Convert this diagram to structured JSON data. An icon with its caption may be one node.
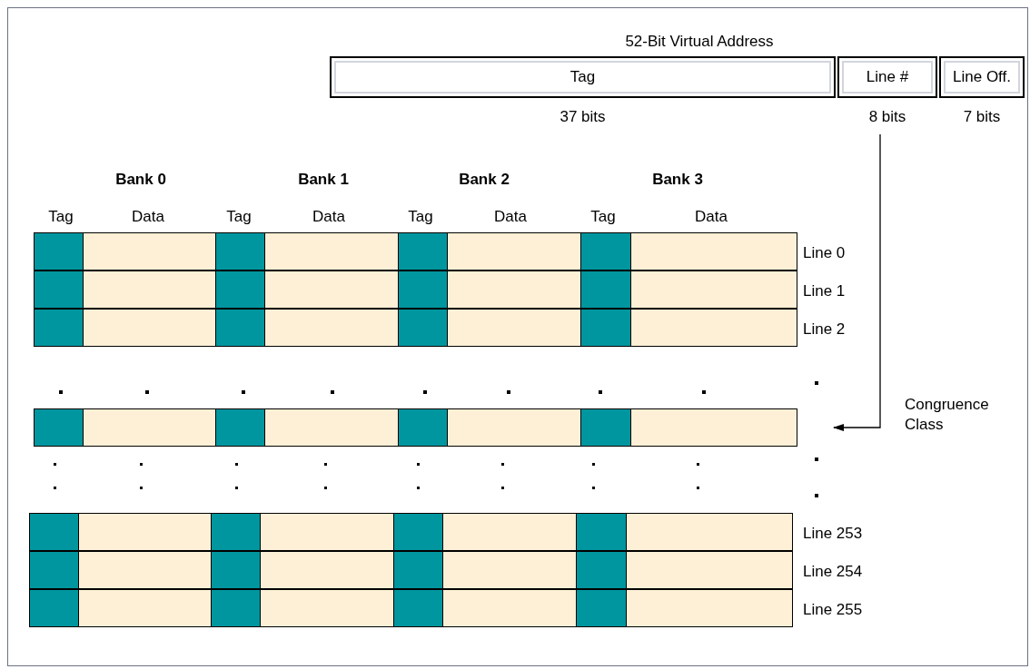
{
  "diagram": {
    "title": "52-Bit Virtual Address",
    "nodes": [
      {
        "text": [
          "Tag"
        ],
        "beside": [
          "37 bits"
        ]
      },
      {
        "text": [
          "Line #"
        ],
        "beside": [
          "8 bits"
        ]
      },
      {
        "text": [
          "Line Off."
        ],
        "beside": [
          "7 bits"
        ]
      },
      {
        "text": [],
        "shape": "bar",
        "beside": [
          "Line 0"
        ]
      },
      {
        "text": [],
        "shape": "bar",
        "beside": [
          "Line 1"
        ]
      },
      {
        "text": [],
        "shape": "bar",
        "beside": [
          "Line 2"
        ]
      },
      {
        "text": [],
        "shape": "bar"
      },
      {
        "text": [],
        "shape": "bar",
        "beside": [
          "Line 253"
        ]
      },
      {
        "text": [],
        "shape": "bar",
        "beside": [
          "Line 254"
        ]
      },
      {
        "text": [],
        "shape": "bar",
        "beside": [
          "Line 255"
        ]
      }
    ],
    "edges": [
      {
        "from": 1,
        "to": 6,
        "arrow": "to",
        "label": "Congruence Class"
      }
    ],
    "labels": [
      "Bank 0",
      "Bank 1",
      "Bank 2",
      "Bank 3",
      "Tag",
      "Data",
      "Tag",
      "Data",
      "Tag",
      "Data",
      "Tag",
      "Data"
    ]
  }
}
